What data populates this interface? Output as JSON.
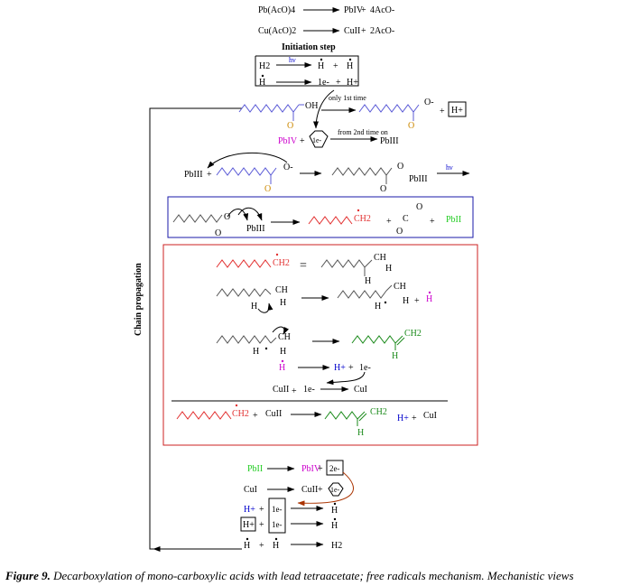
{
  "colors": {
    "blue_chain": "#5b5bd6",
    "red_chain": "#e23030",
    "green_chain": "#1a8a1a",
    "gray_chain": "#555555",
    "magenta": "#cc00cc",
    "green_text": "#22cc22",
    "blue_text": "#0000cc",
    "box_blue": "#1a1aa8",
    "box_red": "#cc2222",
    "arrow_blue": "#0000aa",
    "arrow_brown": "#aa3300"
  },
  "header": {
    "eq1": {
      "left": "Pb(AcO)4",
      "right": "PbIV",
      "plus": "+",
      "product": "4AcO-"
    },
    "eq2": {
      "left": "Cu(AcO)2",
      "right": "CuII",
      "plus": "+",
      "product": "2AcO-"
    }
  },
  "initiation": {
    "title": "Initiation step",
    "l1_left": "H2",
    "hv": "hν",
    "l1_r1": "H",
    "plus": "+",
    "l1_r2": "H",
    "l2_left": "H",
    "l2_r1": "1e-",
    "l2_r2": "H+"
  },
  "chain_propagation": "Chain propagation",
  "step1": {
    "oh": "OH",
    "o": "O",
    "o_minus": "O-",
    "plus": "+",
    "h_plus": "H+",
    "note1": "only 1st time",
    "note2": "from 2nd time on",
    "pb4": "PbIV",
    "e": "1e-",
    "pb3": "PbIII"
  },
  "step2": {
    "pb3": "PbIII",
    "plus": "+",
    "o_minus": "O-",
    "o": "O",
    "o2": "O",
    "pb_product": "PbIII",
    "hv": "hν"
  },
  "blue_box": {
    "o": "O",
    "o2": "O",
    "pb3": "PbIII",
    "ch2": "CH2",
    "plus": "+",
    "c": "C",
    "o3": "O",
    "o4": "O",
    "pb2": "PbII"
  },
  "red_box": {
    "r1": {
      "ch2": "CH2",
      "eq": "=",
      "ch": "CH",
      "h1": "H",
      "h2": "H"
    },
    "r2": {
      "ch": "CH",
      "h1": "H",
      "h2": "H",
      "p_ch": "CH",
      "p_h1": "H",
      "p_h2": "H",
      "plus": "+",
      "h_rad": "H"
    },
    "r3": {
      "ch": "CH",
      "h1": "H",
      "h2": "H",
      "ch2": "CH2",
      "h3": "H"
    },
    "r4": {
      "h_rad": "H",
      "h_plus": "H+",
      "plus": "+",
      "e": "1e-"
    },
    "r5": {
      "cu2": "CuII",
      "plus": "+",
      "e": "1e-",
      "cu1": "CuI"
    },
    "net": {
      "ch2": "CH2",
      "plus": "+",
      "cu2": "CuII",
      "ch2b": "CH2",
      "h": "H",
      "h_plus": "H+",
      "plus2": "+",
      "cu1": "CuI"
    }
  },
  "bottom": {
    "l1": {
      "pb2": "PbII",
      "pb4": "PbIV",
      "plus": "+",
      "e2": "2e-"
    },
    "l2": {
      "cu1": "CuI",
      "cu2": "CuII",
      "plus": "+",
      "e": "1e-"
    },
    "l3": {
      "h_plus": "H+",
      "plus": "+",
      "e": "1e-",
      "h": "H"
    },
    "l4": {
      "h_plus": "H+",
      "plus": "+",
      "e": "1e-",
      "h": "H"
    },
    "l5": {
      "h1": "H",
      "plus": "+",
      "h2": "H",
      "h2mol": "H2"
    }
  },
  "caption": {
    "label": "Figure 9.",
    "text": " Decarboxylation of mono-carboxylic acids with lead tetraacetate; free radicals mechanism. Mechanistic views"
  }
}
